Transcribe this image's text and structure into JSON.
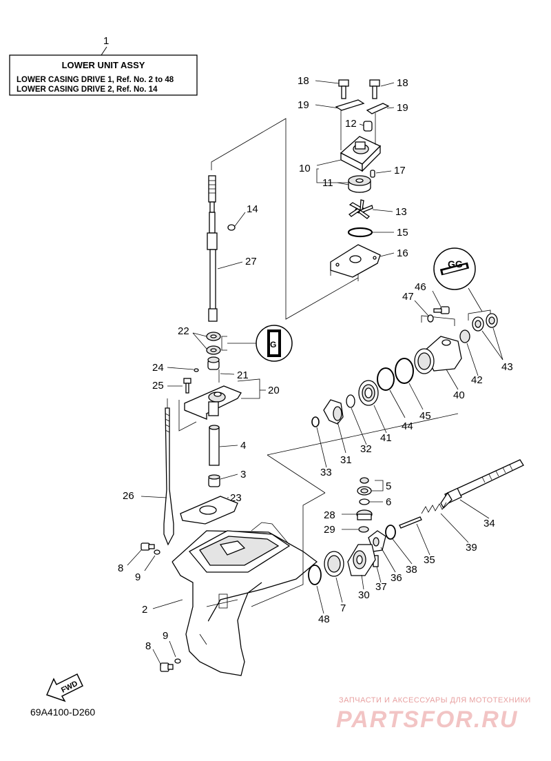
{
  "title_box": {
    "ref": "1",
    "heading": "LOWER UNIT ASSY",
    "line1": "LOWER CASING DRIVE 1, Ref. No. 2 to 48",
    "line2": "LOWER CASING DRIVE 2, Ref. No. 14"
  },
  "callouts": {
    "c18a": "18",
    "c18b": "18",
    "c19a": "19",
    "c19b": "19",
    "c12": "12",
    "c10": "10",
    "c17": "17",
    "c11": "11",
    "c13": "13",
    "c15": "15",
    "c16": "16",
    "c14": "14",
    "c27": "27",
    "c22": "22",
    "c24": "24",
    "c21": "21",
    "c20": "20",
    "c25": "25",
    "c4": "4",
    "c3": "3",
    "c26": "26",
    "c23": "23",
    "c8a": "8",
    "c9a": "9",
    "c2": "2",
    "c9b": "9",
    "c8b": "8",
    "c46": "46",
    "c47": "47",
    "c42": "42",
    "c43": "43",
    "c40": "40",
    "c45": "45",
    "c44": "44",
    "c41": "41",
    "c32": "32",
    "c31": "31",
    "c33": "33",
    "c5": "5",
    "c6": "6",
    "c28": "28",
    "c29": "29",
    "c34": "34",
    "c39": "39",
    "c35": "35",
    "c38": "38",
    "c36": "36",
    "c37": "37",
    "c30": "30",
    "c7": "7",
    "c48": "48"
  },
  "fwd_label": "FWD",
  "diagram_code": "69A4100-D260",
  "watermark": {
    "tagline": "ЗАПЧАСТИ И АКСЕССУАРЫ ДЛЯ МОТОТЕХНИКИ",
    "brand": "PARTSFOR.RU"
  },
  "icons": [
    "grease-gun-icon",
    "grease-tube-icon"
  ],
  "colors": {
    "ink": "#000000",
    "watermark": "#f2c4c4",
    "watermark_text": "#e8a0a0"
  }
}
